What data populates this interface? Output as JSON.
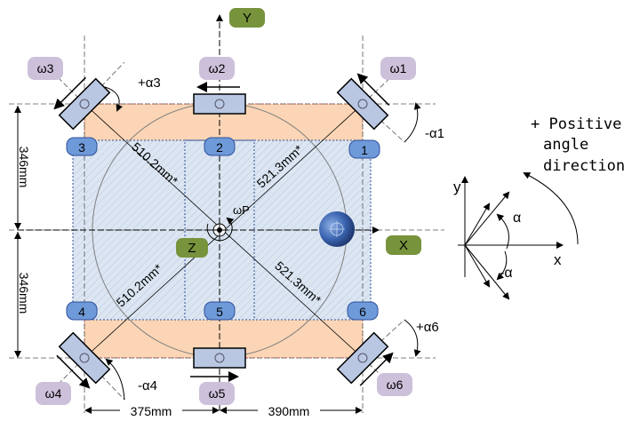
{
  "axes": {
    "y_label": "Y",
    "x_label": "X",
    "z_label": "Z",
    "omega_p": "ωP"
  },
  "wheels": {
    "w1": {
      "label": "ω1",
      "angle": "-α1"
    },
    "w2": {
      "label": "ω2"
    },
    "w3": {
      "label": "ω3",
      "angle": "+α3"
    },
    "w4": {
      "label": "ω4",
      "angle": "-α4"
    },
    "w5": {
      "label": "ω5"
    },
    "w6": {
      "label": "ω6",
      "angle": "+α6"
    }
  },
  "stations": [
    "1",
    "2",
    "3",
    "4",
    "5",
    "6"
  ],
  "distances": {
    "d_upper_right": "521.3mm*",
    "d_upper_left": "510.2mm*",
    "d_lower_left": "510.2mm*",
    "d_lower_right": "521.3mm*"
  },
  "dimensions": {
    "height_top": "346mm",
    "height_bottom": "346mm",
    "width_left": "375mm",
    "width_right": "390mm"
  },
  "legend": {
    "title_line1": "+ Positive",
    "title_line2": "angle",
    "title_line3": "direction",
    "y": "y",
    "x": "x",
    "alpha_pos": "α",
    "alpha_neg": "-α"
  },
  "colors": {
    "label_green": "#77933c",
    "wheel_purple": "#ccc0da",
    "station_blue": "#6f9ad9",
    "platform_orange": "#fbd5b5",
    "platform_blue": "#dce6f2",
    "wheel_body": "#b9c7e3"
  }
}
